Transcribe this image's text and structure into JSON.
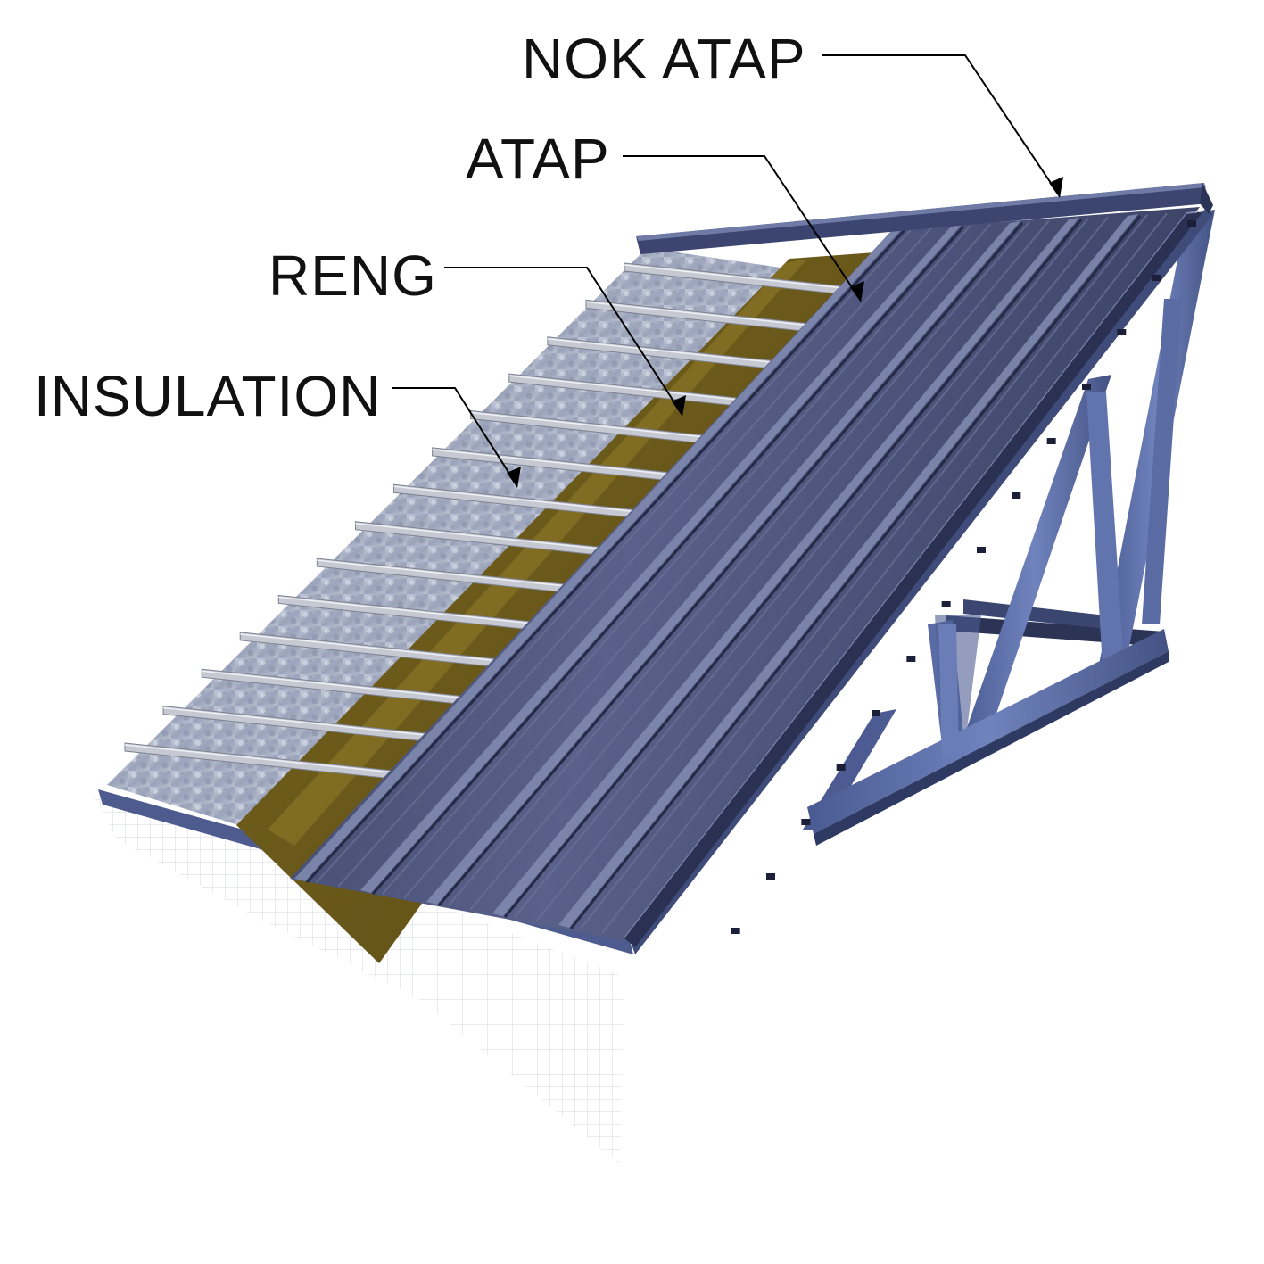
{
  "diagram": {
    "labels": {
      "nok_atap": "NOK ATAP",
      "atap": "ATAP",
      "reng": "RENG",
      "insulation": "INSULATION"
    },
    "colors": {
      "frame_steel": "#5d6fa6",
      "frame_steel_dark": "#34406b",
      "roof_panel": "#4b5477",
      "roof_panel_dark": "#2c3350",
      "roof_rib_highlight": "#8d96b8",
      "insulation_wool": "#6b5a1c",
      "insulation_foil": "#aab2c6",
      "batten_steel": "#c9ccd4",
      "leader_line": "#000000"
    },
    "components": [
      {
        "id": "nok_atap",
        "icon": "ridge-cap-icon"
      },
      {
        "id": "atap",
        "icon": "metal-roof-sheet-icon"
      },
      {
        "id": "reng",
        "icon": "batten-icon"
      },
      {
        "id": "insulation",
        "icon": "insulation-layer-icon"
      },
      {
        "id": "truss",
        "icon": "steel-truss-icon"
      }
    ]
  }
}
